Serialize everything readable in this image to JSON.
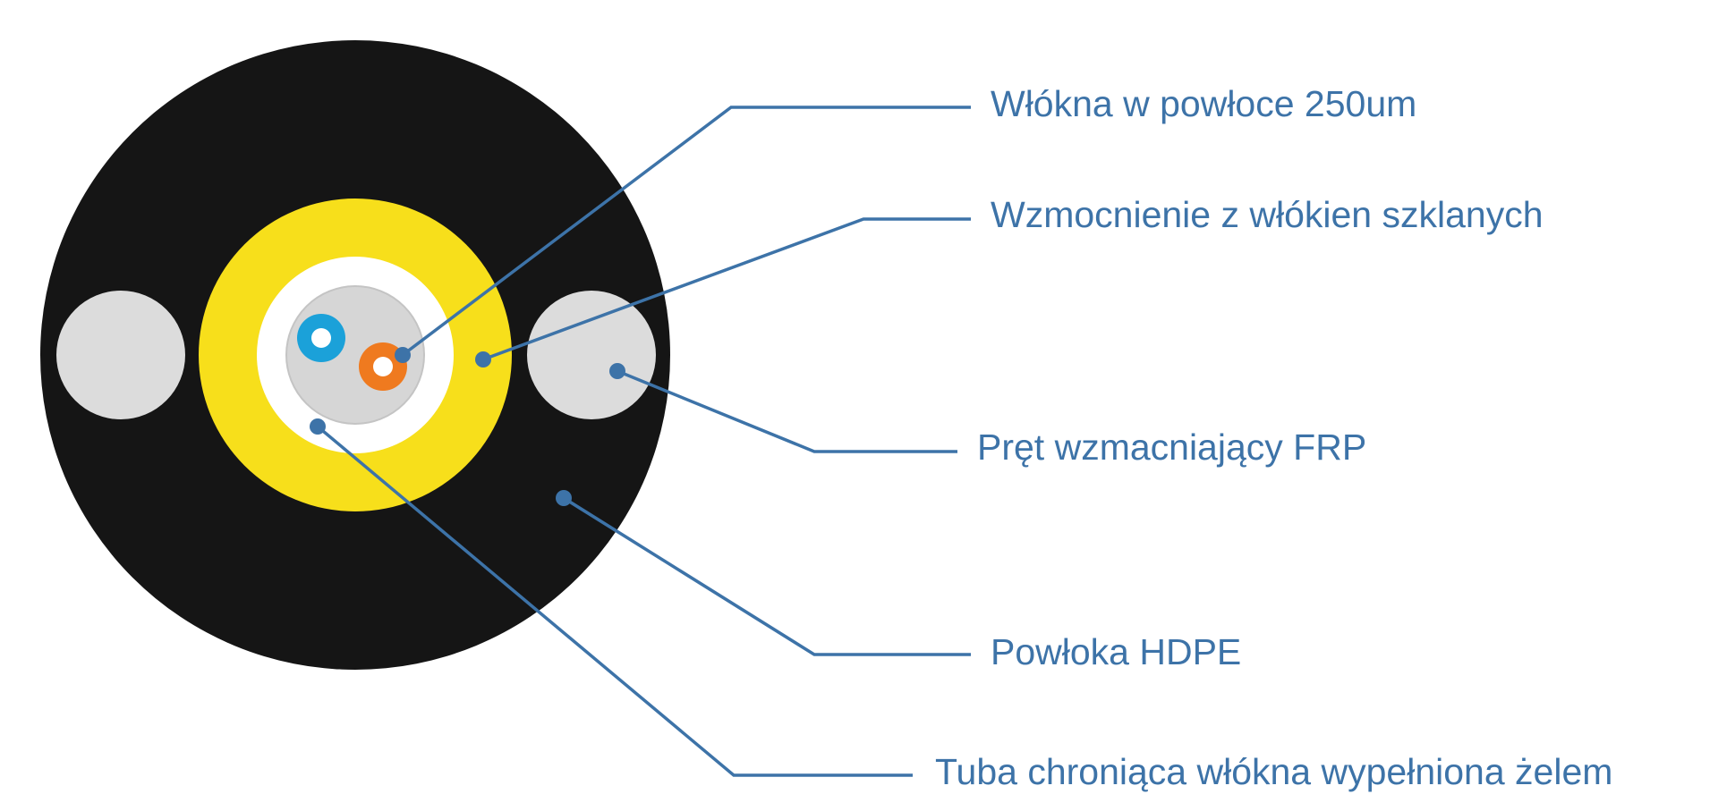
{
  "colors": {
    "jacket": "#151515",
    "rod": "#dcdcdc",
    "yarn": "#f7df1b",
    "tube": "#ffffff",
    "gel": "#d6d6d6",
    "fiber_blue": "#1ba1d9",
    "fiber_orange": "#ef7a1f",
    "leader": "#3d73a8",
    "label_text": "#3d73a8"
  },
  "labels": {
    "fibers": "Włókna w powłoce 250um",
    "glass_yarn": "Wzmocnienie z włókien szklanych",
    "frp_rod": "Pręt wzmacniający FRP",
    "hdpe_jacket": "Powłoka HDPE",
    "gel_tube": "Tuba chroniąca włókna wypełniona żelem"
  }
}
